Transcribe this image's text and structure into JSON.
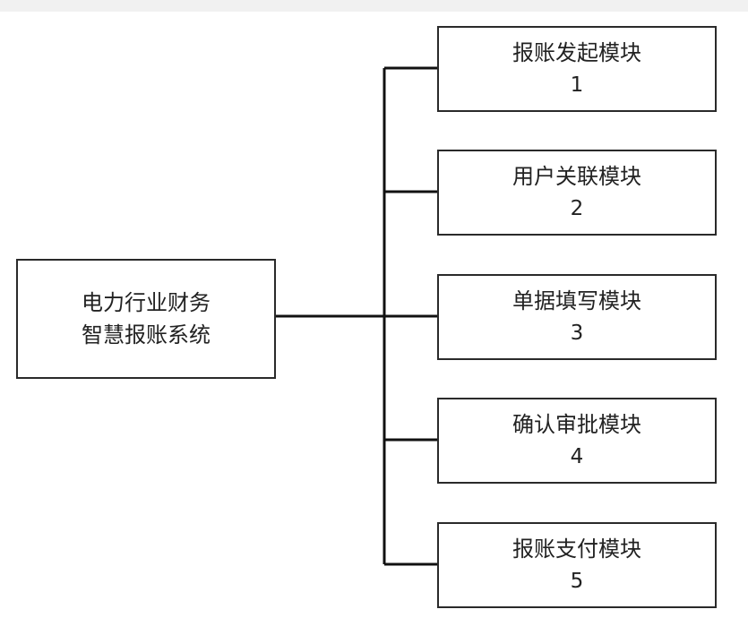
{
  "root": {
    "line1": "电力行业财务",
    "line2": "智慧报账系统"
  },
  "modules": [
    {
      "name": "报账发起模块",
      "num": "1"
    },
    {
      "name": "用户关联模块",
      "num": "2"
    },
    {
      "name": "单据填写模块",
      "num": "3"
    },
    {
      "name": "确认审批模块",
      "num": "4"
    },
    {
      "name": "报账支付模块",
      "num": "5"
    }
  ],
  "colors": {
    "line": "#111111",
    "border": "#2a2a2a",
    "text": "#222222",
    "background": "#ffffff"
  }
}
